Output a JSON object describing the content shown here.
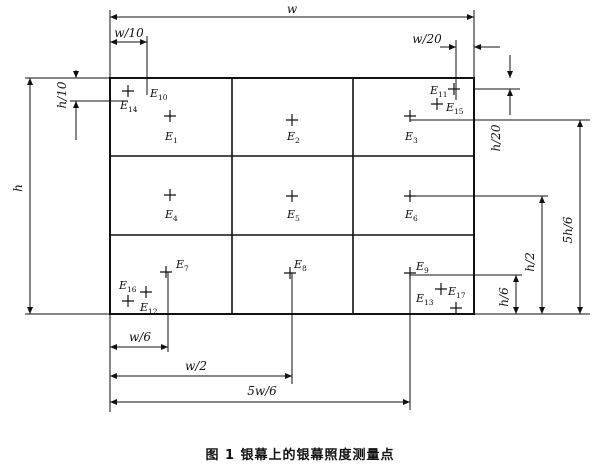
{
  "caption": "图 1  银幕上的银幕照度测量点",
  "dimensions": {
    "top": [
      "w",
      "w/10",
      "w/20"
    ],
    "left": [
      "h",
      "h/10"
    ],
    "right": [
      "h/20",
      "5h/6",
      "h/2",
      "h/6"
    ],
    "bottom": [
      "w/6",
      "w/2",
      "5w/6"
    ]
  },
  "points": [
    {
      "label": "E",
      "sub": "1"
    },
    {
      "label": "E",
      "sub": "2"
    },
    {
      "label": "E",
      "sub": "3"
    },
    {
      "label": "E",
      "sub": "4"
    },
    {
      "label": "E",
      "sub": "5"
    },
    {
      "label": "E",
      "sub": "6"
    },
    {
      "label": "E",
      "sub": "7"
    },
    {
      "label": "E",
      "sub": "8"
    },
    {
      "label": "E",
      "sub": "9"
    },
    {
      "label": "E",
      "sub": "10"
    },
    {
      "label": "E",
      "sub": "11"
    },
    {
      "label": "E",
      "sub": "12"
    },
    {
      "label": "E",
      "sub": "13"
    },
    {
      "label": "E",
      "sub": "14"
    },
    {
      "label": "E",
      "sub": "15"
    },
    {
      "label": "E",
      "sub": "16"
    },
    {
      "label": "E",
      "sub": "17"
    }
  ]
}
